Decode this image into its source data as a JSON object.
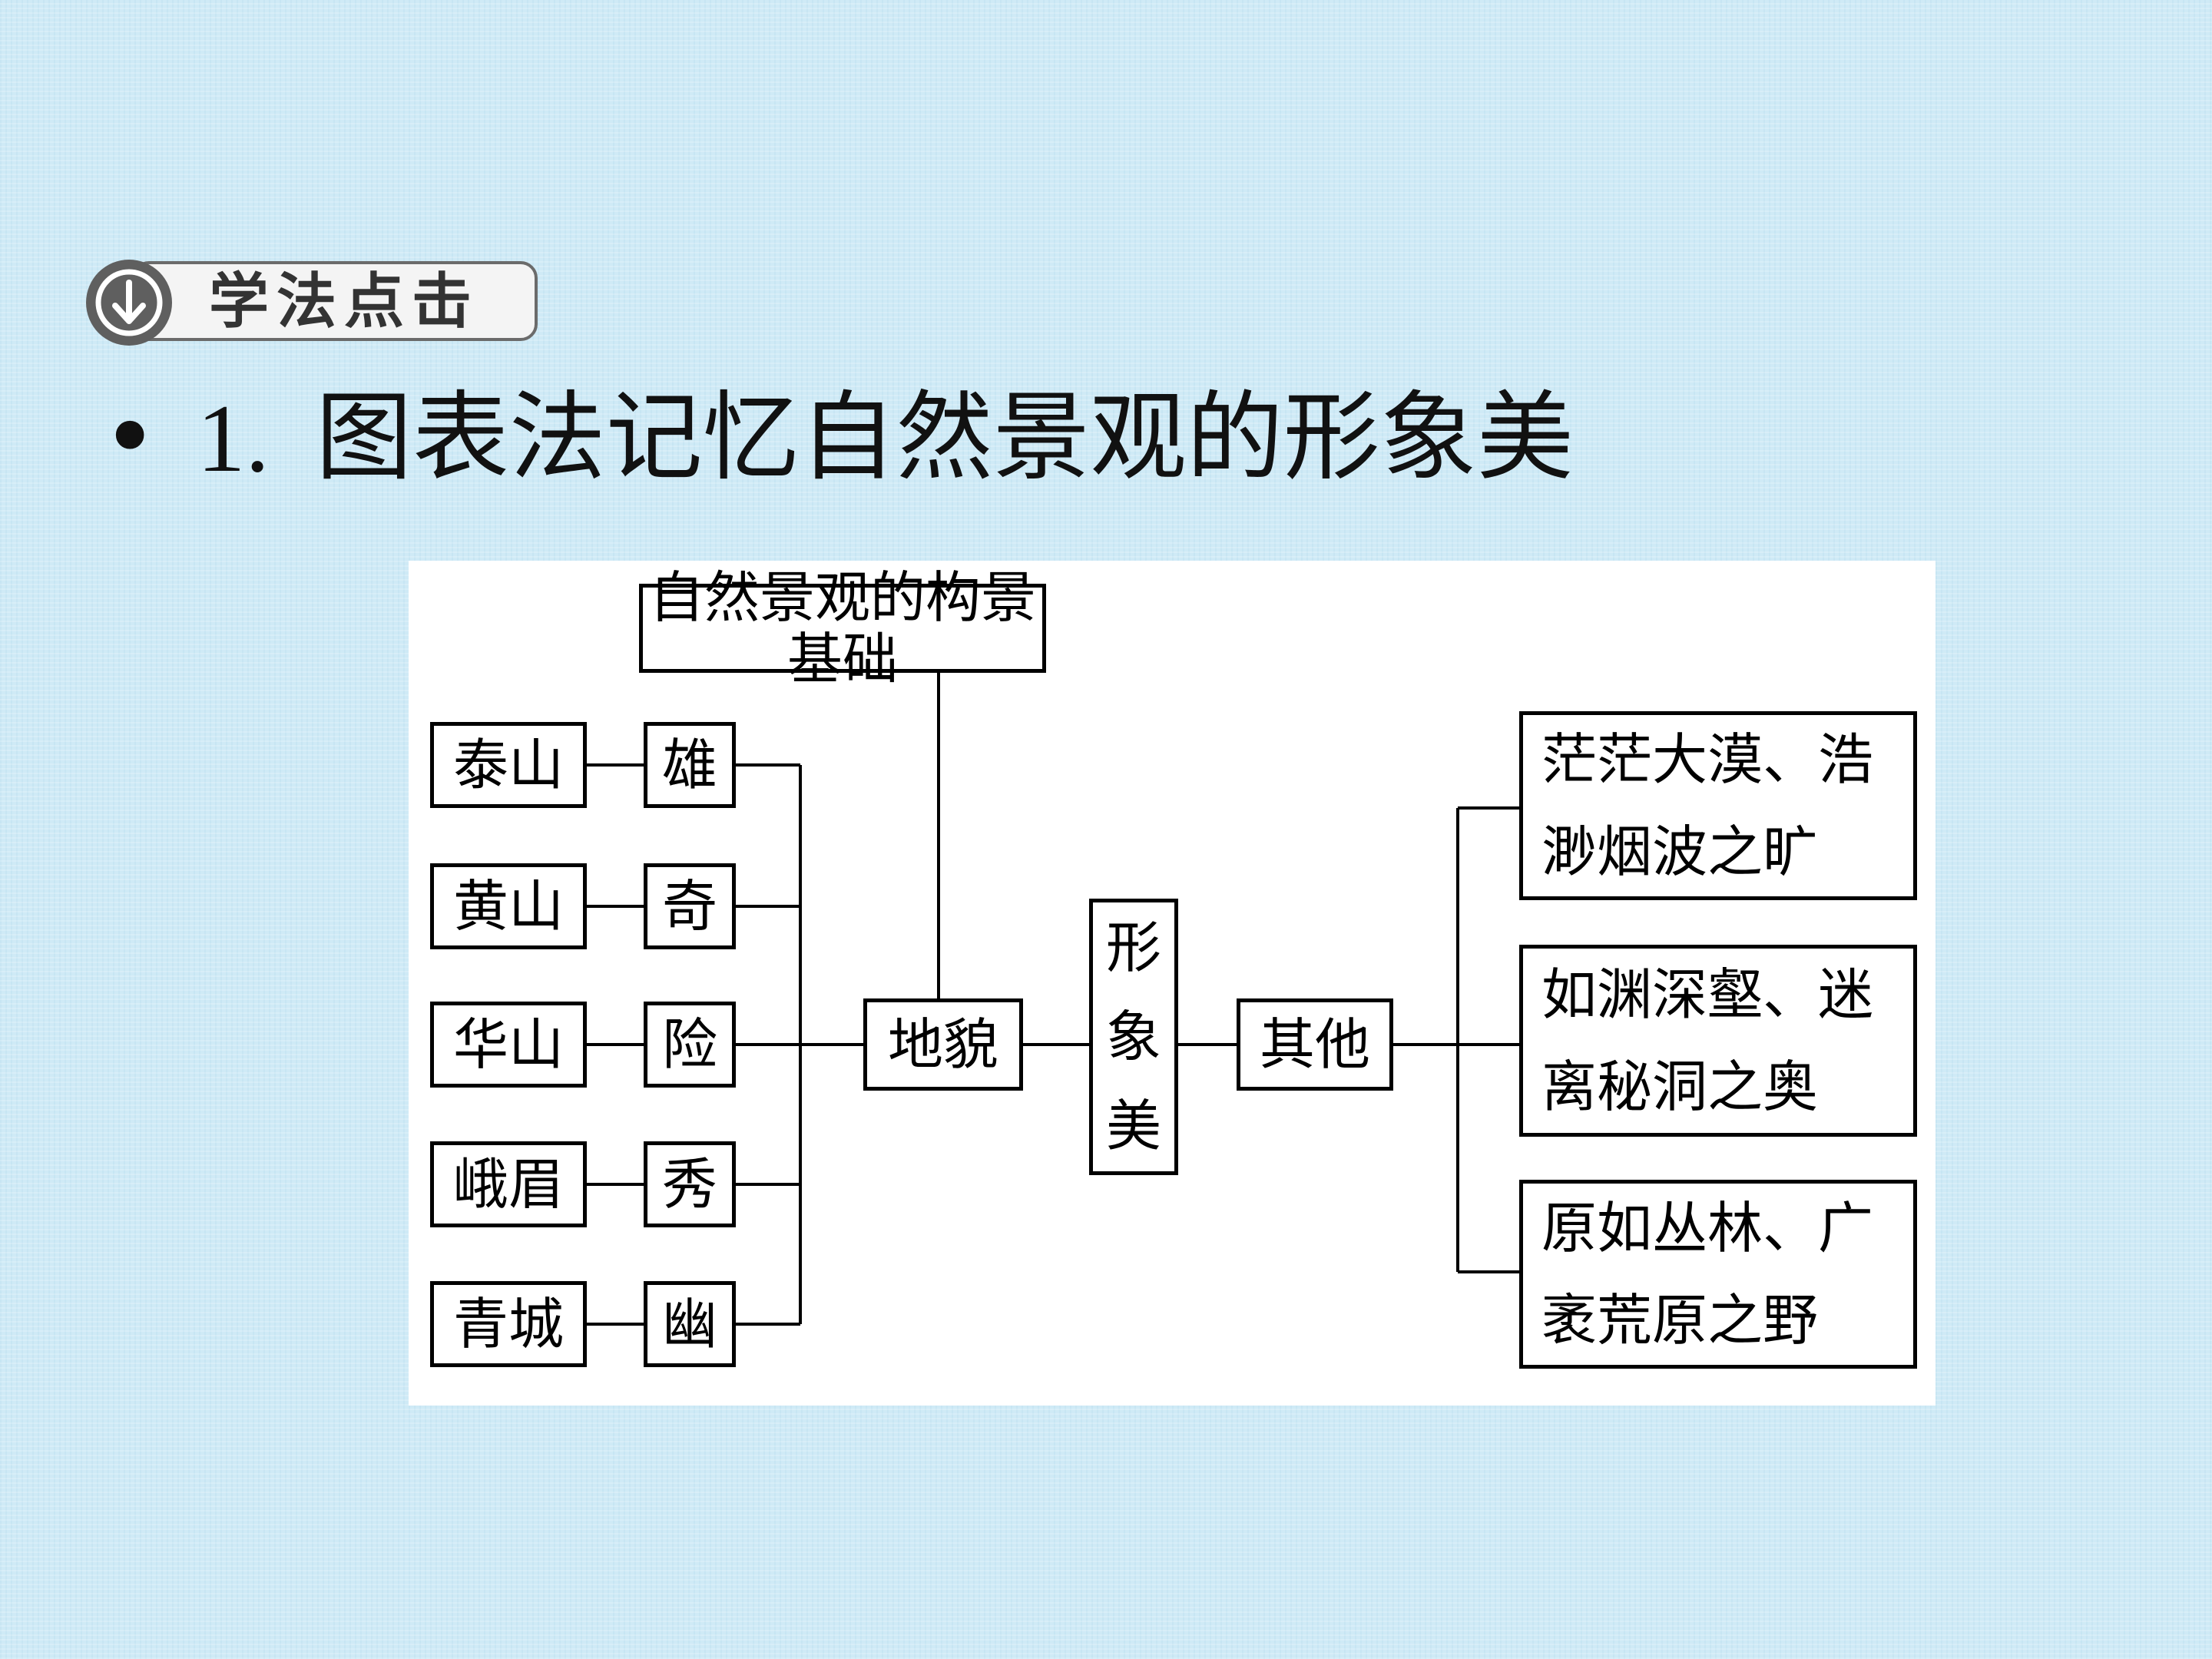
{
  "section_tag": {
    "label": "学法点击",
    "icon": "circle-down-arrow-icon"
  },
  "heading": {
    "bullet": "•",
    "number": "1.",
    "text": "图表法记忆自然景观的形象美"
  },
  "diagram": {
    "root": "自然景观的构景基础",
    "landform": "地貌",
    "center": "形象美",
    "other": "其他",
    "mountains": [
      {
        "name": "泰山",
        "trait": "雄"
      },
      {
        "name": "黄山",
        "trait": "奇"
      },
      {
        "name": "华山",
        "trait": "险"
      },
      {
        "name": "峨眉",
        "trait": "秀"
      },
      {
        "name": "青城",
        "trait": "幽"
      }
    ],
    "others": [
      "茫茫大漠、浩渺烟波之旷",
      "如渊深壑、迷离秘洞之奥",
      "原如丛林、广袤荒原之野"
    ]
  },
  "colors": {
    "background": "#cfeaf6",
    "panel": "#ffffff",
    "line": "#000000",
    "tag_icon": "#5f5f5f"
  }
}
